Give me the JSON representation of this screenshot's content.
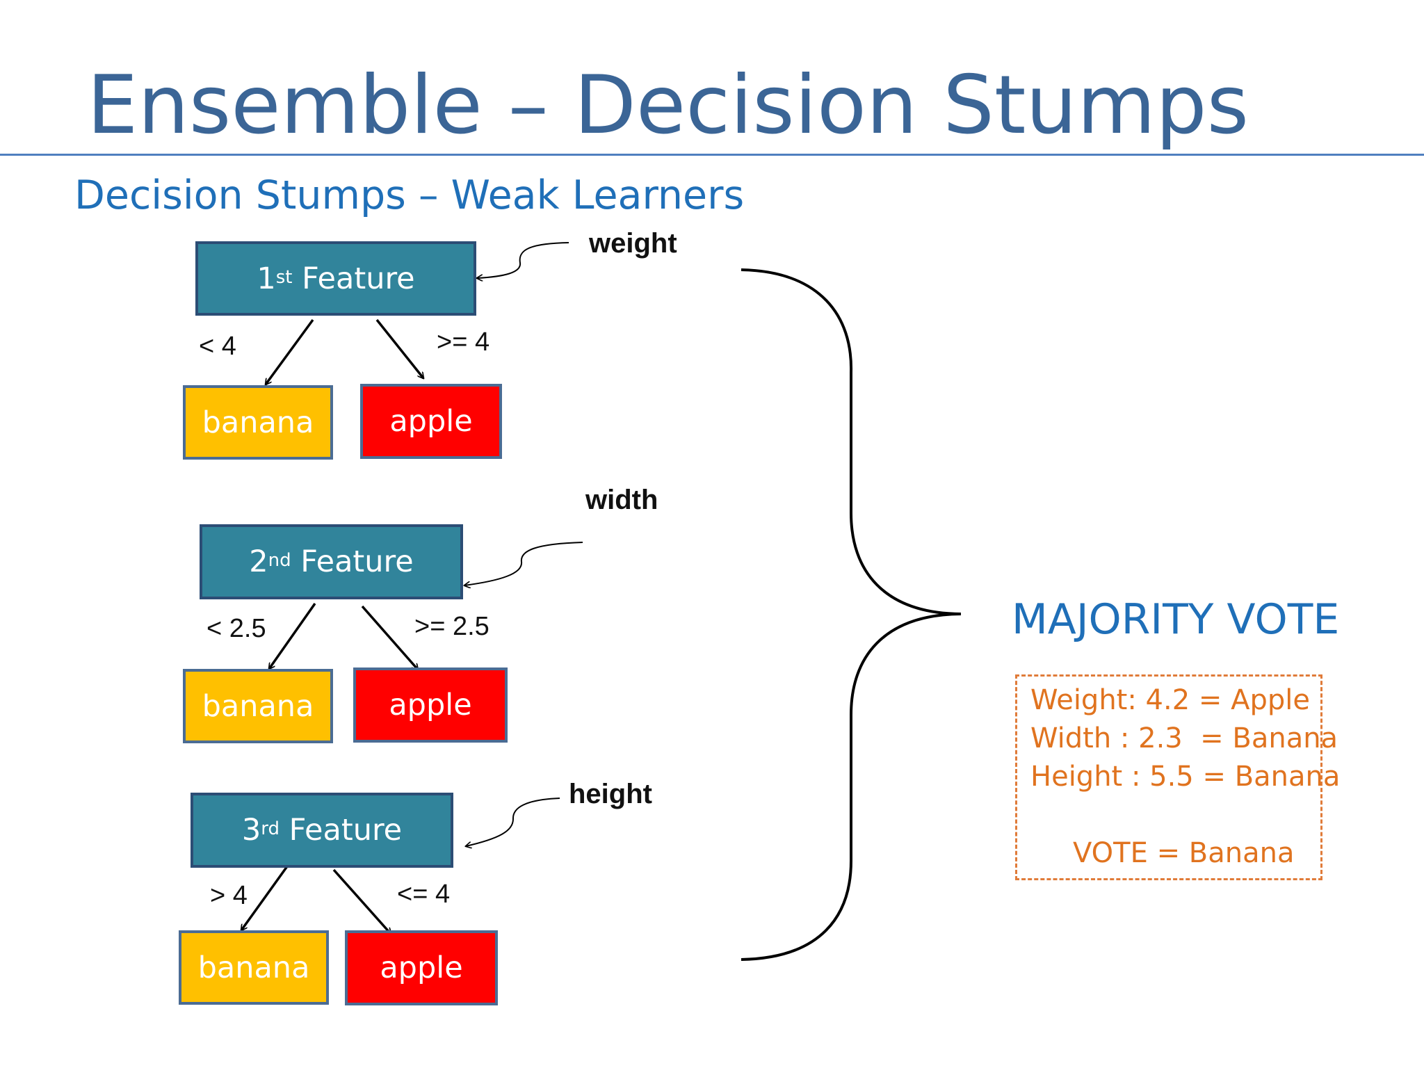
{
  "slide": {
    "title": "Ensemble – Decision Stumps",
    "subtitle": "Decision Stumps – Weak Learners"
  },
  "stumps": [
    {
      "feature_num": "1",
      "feature_sup": "st",
      "feature_word": "Feature",
      "feature_name": "weight",
      "left_condition": "< 4",
      "right_condition": ">= 4",
      "left_leaf": "banana",
      "right_leaf": "apple"
    },
    {
      "feature_num": "2",
      "feature_sup": "nd",
      "feature_word": "Feature",
      "feature_name": "width",
      "left_condition": "< 2.5",
      "right_condition": ">= 2.5",
      "left_leaf": "banana",
      "right_leaf": "apple"
    },
    {
      "feature_num": "3",
      "feature_sup": "rd",
      "feature_word": "Feature",
      "feature_name": "height",
      "left_condition": "> 4",
      "right_condition": "<= 4",
      "left_leaf": "banana",
      "right_leaf": "apple"
    }
  ],
  "majority_vote": {
    "title": "MAJORITY VOTE",
    "lines": [
      "Weight: 4.2 = Apple",
      "Width : 2.3  = Banana",
      "Height : 5.5 = Banana"
    ],
    "result": "VOTE = Banana"
  },
  "colors": {
    "title": "#3B6596",
    "subtitle": "#1F6FB8",
    "feature_box": "#31849B",
    "banana": "#FFC000",
    "apple": "#FF0000",
    "vote_text": "#E0731F"
  }
}
